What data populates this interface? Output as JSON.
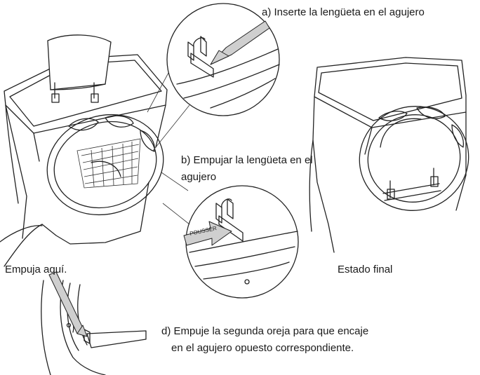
{
  "labels": {
    "step_a": "a) Inserte la lengüeta en el agujero",
    "step_b_line1": "b) Empujar la lengüeta en el",
    "step_b_line2": "agujero",
    "push_here": "Empuja aquí.",
    "final_state": "Estado final",
    "step_d_line1": "d) Empuje la segunda oreja para que encaje",
    "step_d_line2": "en el agujero opuesto correspondiente.",
    "push_arrow_text": "POUSSER"
  },
  "colors": {
    "line": "#222222",
    "arrow_fill": "#cfcfcf",
    "background": "#ffffff"
  }
}
